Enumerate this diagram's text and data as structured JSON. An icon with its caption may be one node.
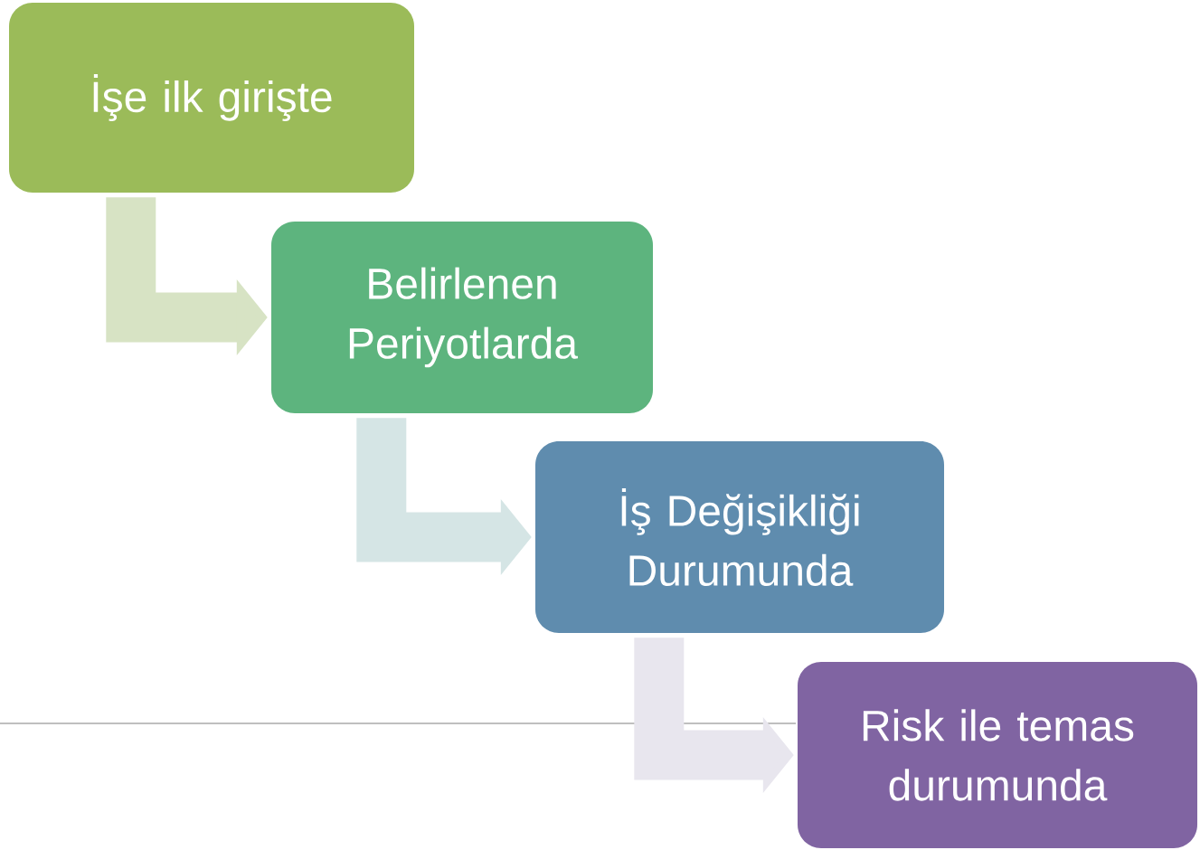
{
  "diagram": {
    "nodes": [
      {
        "text": [
          "İşe ilk girişte"
        ]
      },
      {
        "text": [
          "Belirlenen Periyotlarda"
        ]
      },
      {
        "text": [
          "İş Değişikliği Durumunda"
        ]
      },
      {
        "text": [
          "Risk ile temas durumunda"
        ]
      }
    ],
    "edges": [
      {
        "from": 0,
        "to": 1,
        "arrow": "to",
        "color": "#d7e3c4"
      },
      {
        "from": 1,
        "to": 2,
        "arrow": "to",
        "color": "#d5e5e5"
      },
      {
        "from": 2,
        "to": 3,
        "arrow": "to",
        "color": "#e8e6ee"
      }
    ]
  }
}
